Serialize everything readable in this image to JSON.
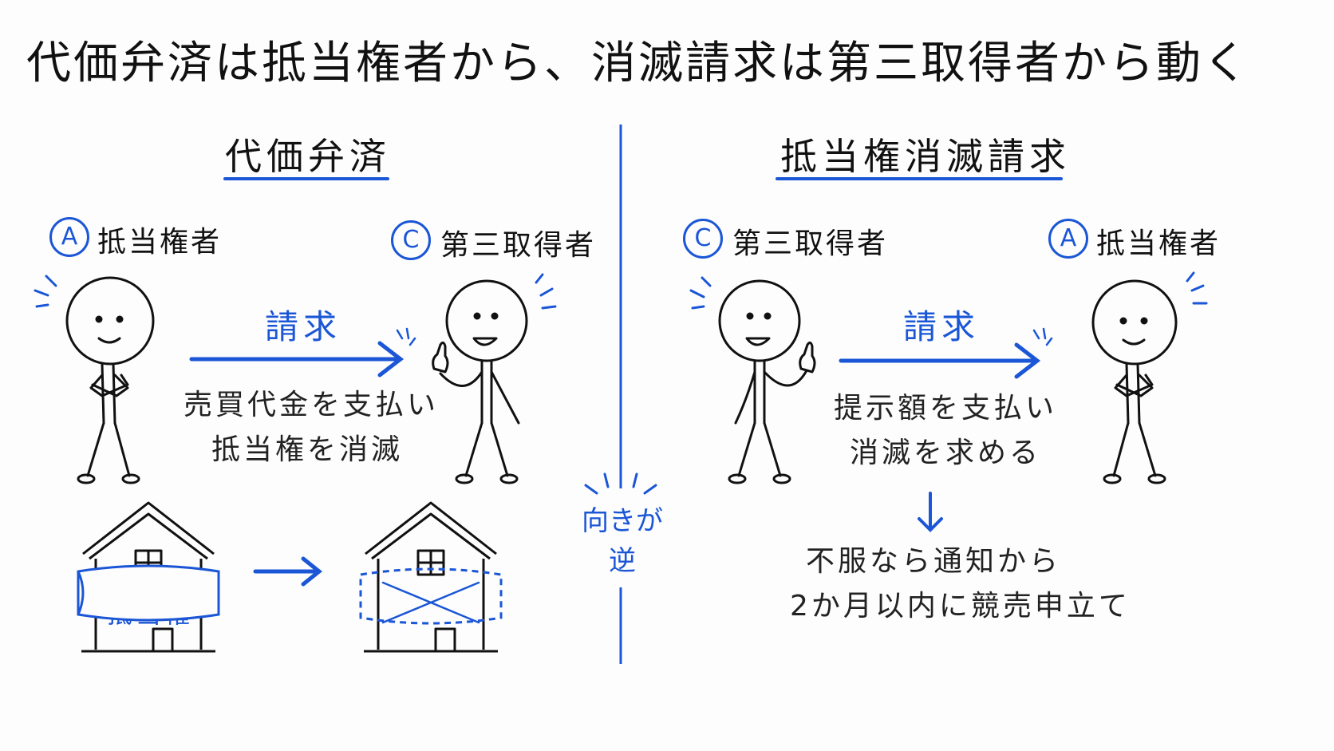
{
  "title": "代価弁済は抵当権者から、消滅請求は第三取得者から動く",
  "left": {
    "heading": "代価弁済",
    "person_left": {
      "badge": "A",
      "role": "抵当権者"
    },
    "person_right": {
      "badge": "C",
      "role": "第三取得者"
    },
    "arrow_label": "請求",
    "description": [
      "売買代金を支払い",
      "抵当権を消滅"
    ],
    "house_band_label": "抵当権"
  },
  "center_note": [
    "向きが",
    "逆"
  ],
  "right": {
    "heading": "抵当権消滅請求",
    "person_left": {
      "badge": "C",
      "role": "第三取得者"
    },
    "person_right": {
      "badge": "A",
      "role": "抵当権者"
    },
    "arrow_label": "請求",
    "description": [
      "提示額を支払い",
      "消滅を求める"
    ],
    "followup": [
      "不服なら通知から",
      "2か月以内に競売申立て"
    ]
  },
  "colors": {
    "accent": "#1a56d6",
    "ink": "#111111"
  }
}
